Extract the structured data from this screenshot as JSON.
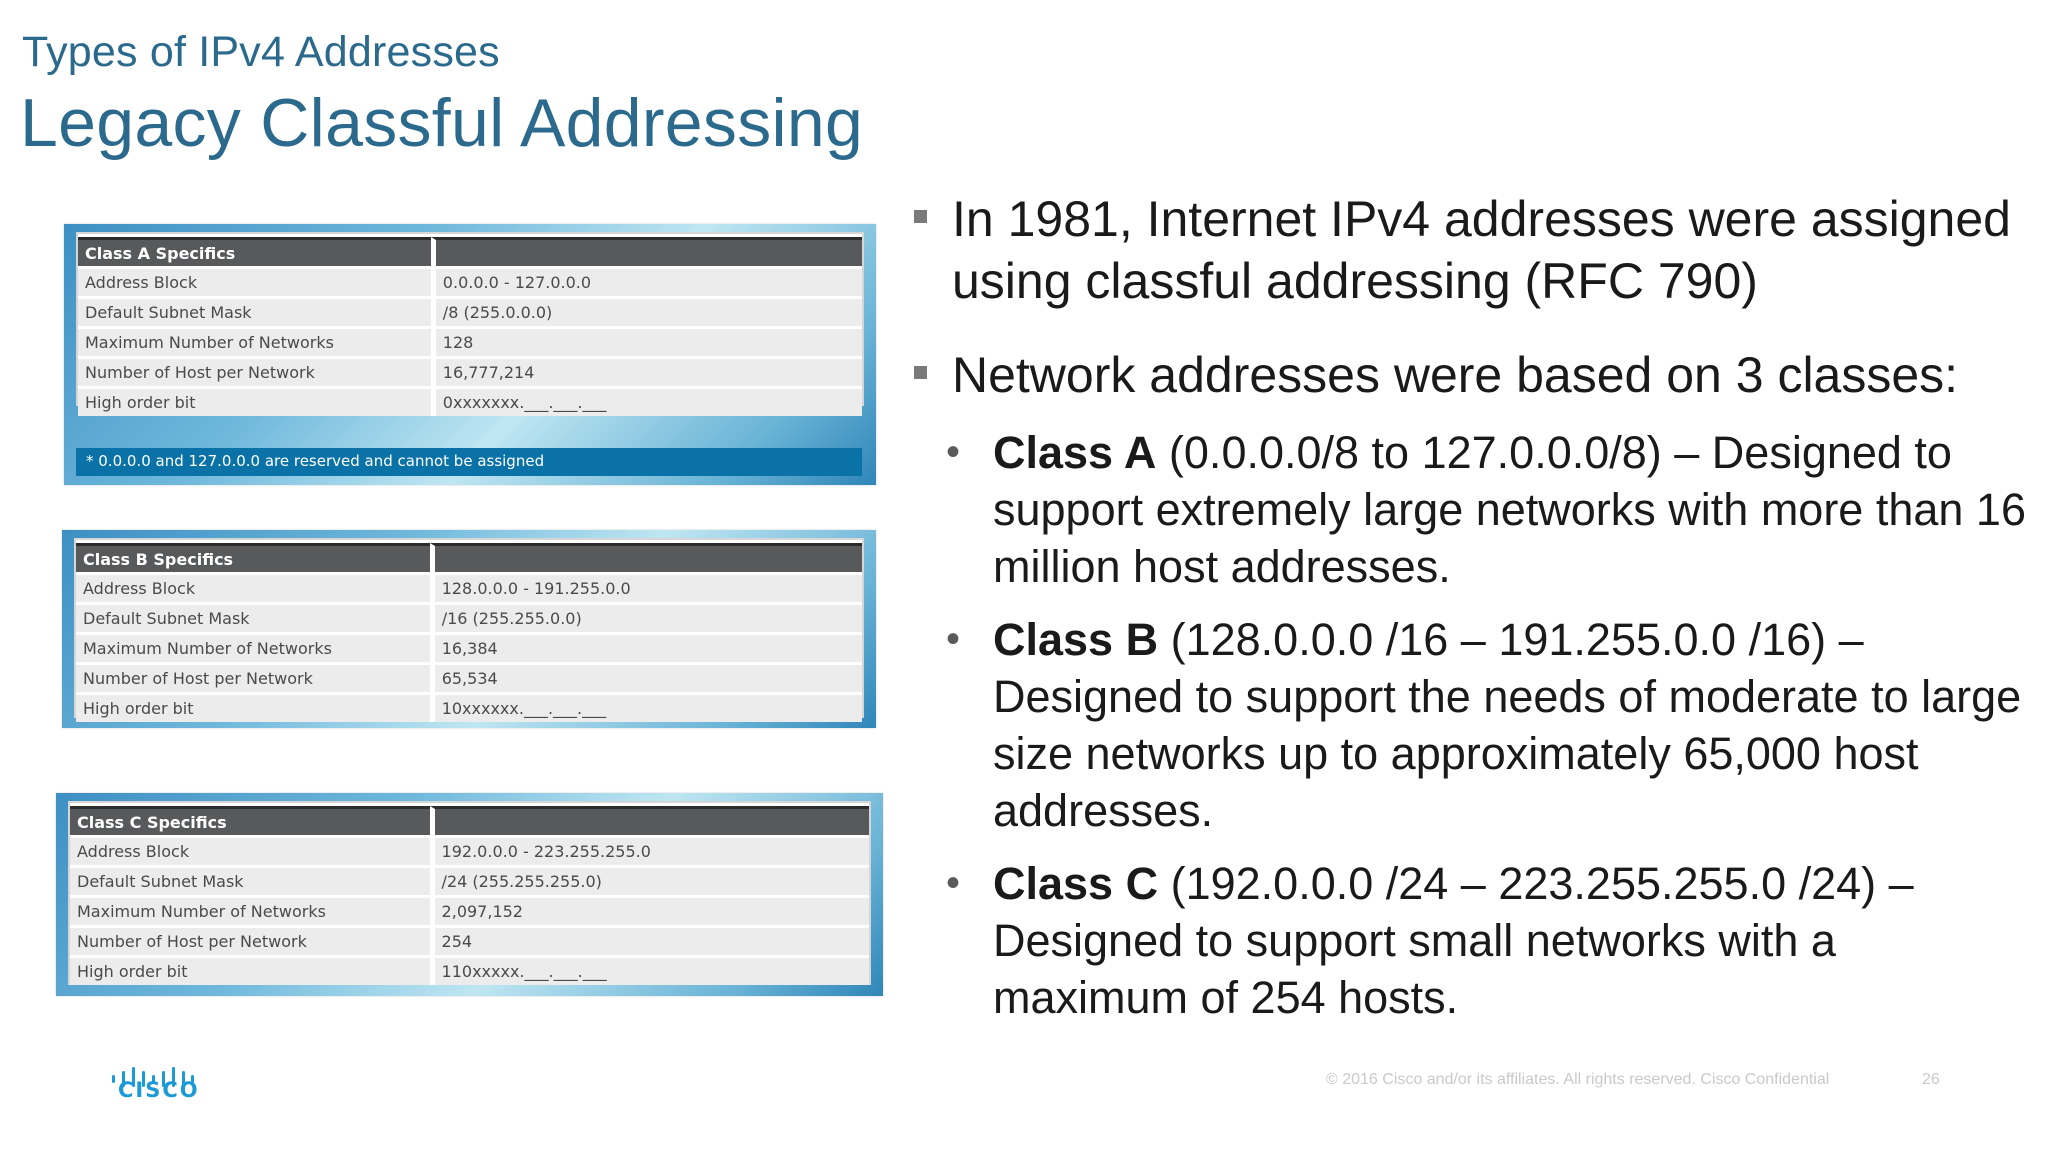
{
  "header": {
    "subtitle": "Types of IPv4 Addresses",
    "title": "Legacy Classful Addressing"
  },
  "tables": [
    {
      "heading": "Class A Specifics",
      "rows": [
        {
          "label": "Address Block",
          "value": "0.0.0.0 - 127.0.0.0"
        },
        {
          "label": "Default Subnet Mask",
          "value": "/8 (255.0.0.0)"
        },
        {
          "label": "Maximum Number of Networks",
          "value": "128"
        },
        {
          "label": "Number of Host per Network",
          "value": "16,777,214"
        },
        {
          "label": "High order bit",
          "value": "0xxxxxxx.___.___.___"
        }
      ],
      "note": "* 0.0.0.0 and 127.0.0.0 are reserved and cannot be assigned"
    },
    {
      "heading": "Class B Specifics",
      "rows": [
        {
          "label": "Address Block",
          "value": "128.0.0.0 - 191.255.0.0"
        },
        {
          "label": "Default Subnet Mask",
          "value": "/16 (255.255.0.0)"
        },
        {
          "label": "Maximum Number of Networks",
          "value": "16,384"
        },
        {
          "label": "Number of Host per Network",
          "value": "65,534"
        },
        {
          "label": "High order bit",
          "value": "10xxxxxx.___.___.___"
        }
      ]
    },
    {
      "heading": "Class C Specifics",
      "rows": [
        {
          "label": "Address Block",
          "value": "192.0.0.0 - 223.255.255.0"
        },
        {
          "label": "Default Subnet Mask",
          "value": "/24 (255.255.255.0)"
        },
        {
          "label": "Maximum Number of Networks",
          "value": "2,097,152"
        },
        {
          "label": "Number of Host per Network",
          "value": "254"
        },
        {
          "label": "High order bit",
          "value": "110xxxxx.___.___.___"
        }
      ]
    }
  ],
  "bullets": {
    "b1": "In 1981, Internet IPv4 addresses were assigned using classful addressing (RFC 790)",
    "b2": "Network addresses were based on 3 classes:",
    "classA_name": "Class A",
    "classA_text": " (0.0.0.0/8 to 127.0.0.0/8) – Designed to support extremely large networks with more than 16 million host addresses.",
    "classB_name": "Class B",
    "classB_text": " (128.0.0.0 /16 – 191.255.0.0 /16) – Designed to support the needs of moderate to large size networks up to approximately 65,000 host addresses.",
    "classC_name": "Class C",
    "classC_text": " (192.0.0.0 /24 – 223.255.255.0 /24) – Designed to support small networks with a maximum of 254 hosts."
  },
  "footer": {
    "logo_text": "CISCO",
    "copyright": "© 2016  Cisco and/or its affiliates. All rights reserved.   Cisco Confidential",
    "page": "26"
  },
  "colors": {
    "title": "#2b6a8c",
    "table_header": "#58595b",
    "note_bar": "#0a72a6",
    "logo": "#1b9ad6"
  }
}
